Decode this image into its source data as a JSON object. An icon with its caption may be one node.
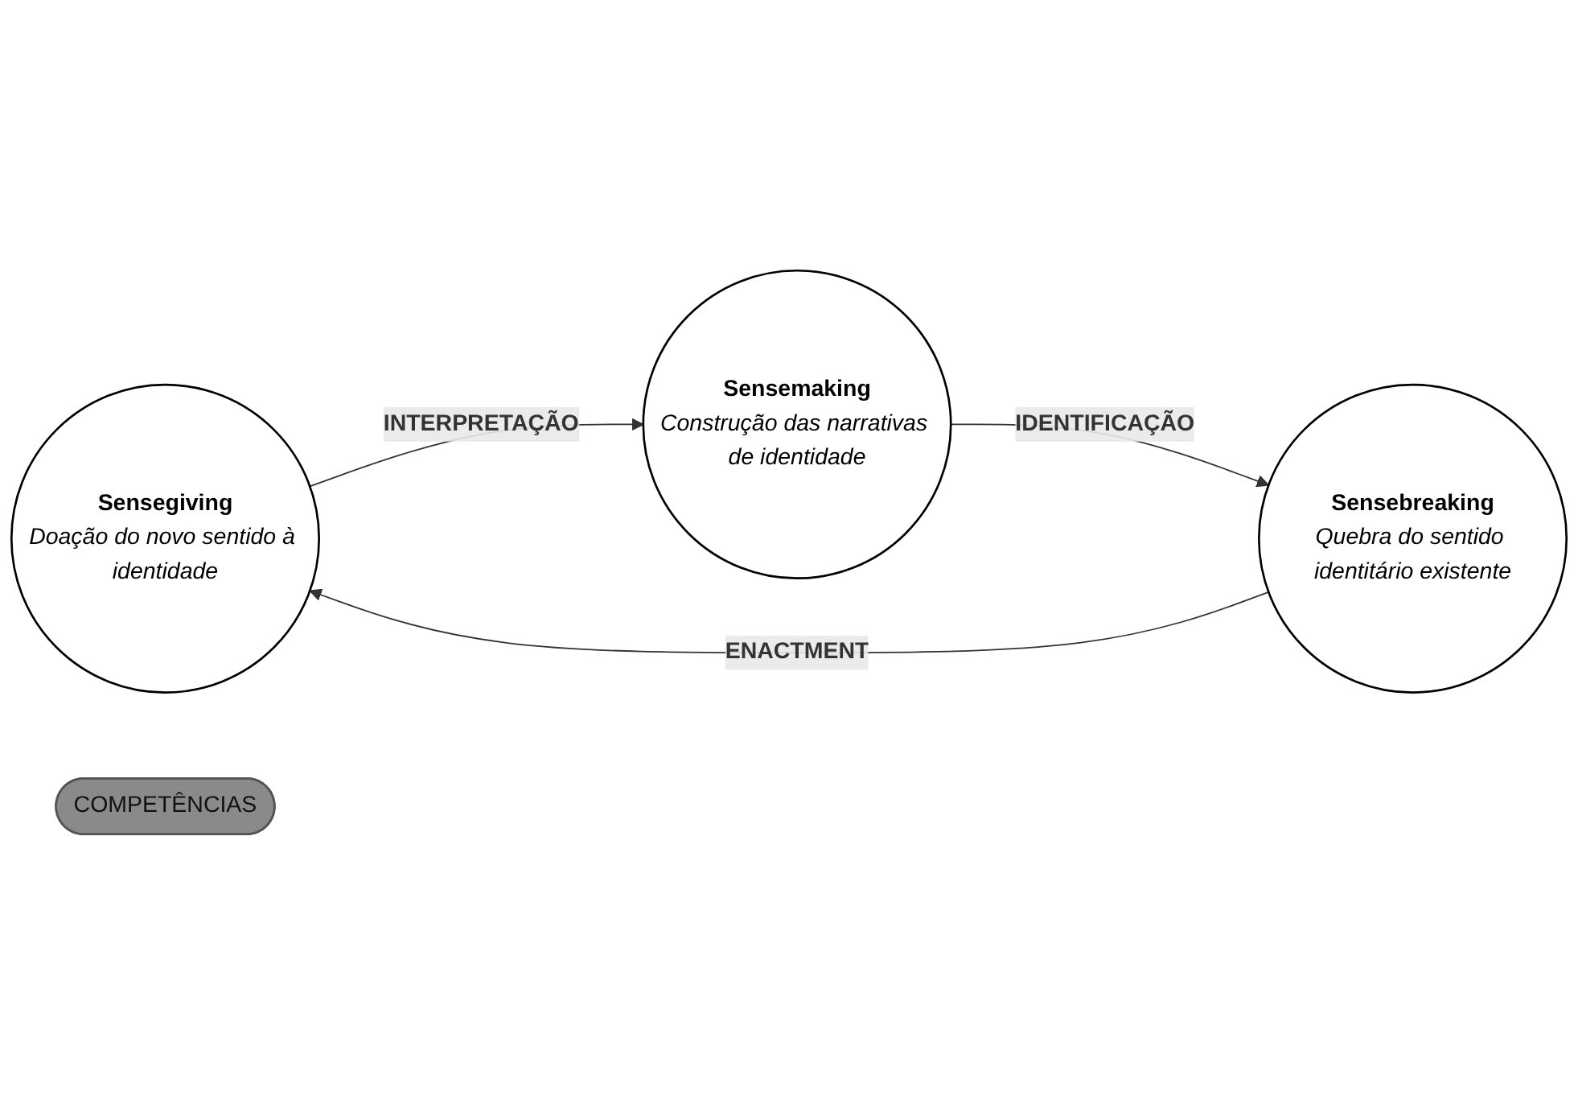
{
  "diagram": {
    "nodes": [
      {
        "text": [
          "Sensegiving",
          "Doação do novo sentido à identidade"
        ]
      },
      {
        "text": [
          "Sensemaking",
          "Construção das narrativas de identidade"
        ]
      },
      {
        "text": [
          "Sensebreaking",
          "Quebra do sentido identitário existente"
        ]
      },
      {
        "text": [
          "COMPETÊNCIAS"
        ]
      }
    ],
    "edges": [
      {
        "from": 2,
        "to": 0,
        "arrow": "to",
        "label": "ENACTMENT"
      },
      {
        "from": 0,
        "to": 1,
        "arrow": "to",
        "label": "INTERPRETAÇÃO"
      },
      {
        "from": 1,
        "to": 2,
        "arrow": "to",
        "label": "IDENTIFICAÇÃO"
      }
    ]
  }
}
